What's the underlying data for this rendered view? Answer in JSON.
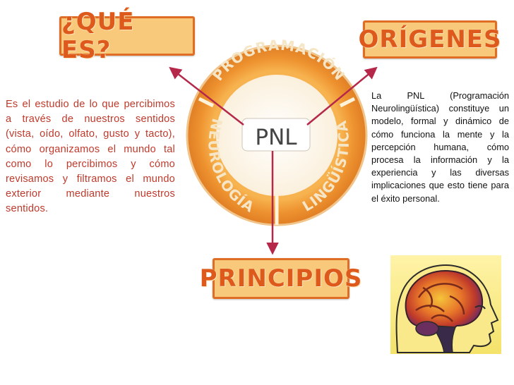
{
  "boxes": {
    "what_is": "¿QUÉ ES?",
    "origins": "ORÍGENES",
    "principles": "PRINCIPIOS"
  },
  "ring": {
    "center": "PNL",
    "top": "PROGRAMACIÓN",
    "left": "NEUROLOGÍA",
    "right": "LINGÜÍSTICA"
  },
  "left_paragraph": "Es el estudio de lo que percibimos a través de nuestros sentidos (vista, oído, olfato, gusto y tacto), cómo organizamos el mundo tal como lo percibimos y cómo revisamos y filtramos el mundo exterior mediante nuestros sentidos.",
  "right_paragraph": "La PNL (Programación Neurolingüística) constituye un modelo, formal y dinámico de cómo funciona la mente y la percepción humana, cómo procesa la información y la experiencia y las diversas implicaciones que esto tiene para el éxito personal.",
  "colors": {
    "box_fill": "#f8c97a",
    "box_border": "#e06d24",
    "ring": "#f2a23c",
    "ring_text": "#f6e6c8",
    "center_text": "#444444",
    "arrow": "#b5284a",
    "left_text": "#c0392b"
  }
}
